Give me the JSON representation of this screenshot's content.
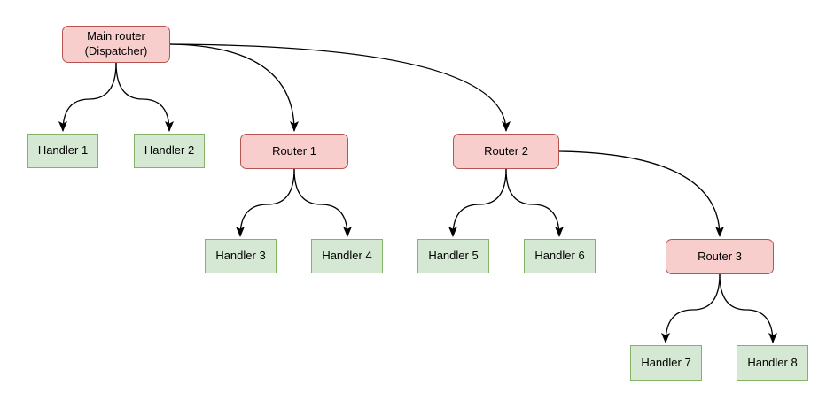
{
  "diagram": {
    "kind": "routing-tree",
    "nodes": {
      "main": {
        "line1": "Main router",
        "line2": "(Dispatcher)",
        "type": "router"
      },
      "router1": {
        "label": "Router 1",
        "type": "router"
      },
      "router2": {
        "label": "Router 2",
        "type": "router"
      },
      "router3": {
        "label": "Router 3",
        "type": "router"
      },
      "handler1": {
        "label": "Handler 1",
        "type": "handler"
      },
      "handler2": {
        "label": "Handler 2",
        "type": "handler"
      },
      "handler3": {
        "label": "Handler 3",
        "type": "handler"
      },
      "handler4": {
        "label": "Handler 4",
        "type": "handler"
      },
      "handler5": {
        "label": "Handler 5",
        "type": "handler"
      },
      "handler6": {
        "label": "Handler 6",
        "type": "handler"
      },
      "handler7": {
        "label": "Handler 7",
        "type": "handler"
      },
      "handler8": {
        "label": "Handler 8",
        "type": "handler"
      }
    },
    "edges": [
      {
        "from": "main",
        "to": "handler1"
      },
      {
        "from": "main",
        "to": "handler2"
      },
      {
        "from": "main",
        "to": "router1"
      },
      {
        "from": "main",
        "to": "router2"
      },
      {
        "from": "router1",
        "to": "handler3"
      },
      {
        "from": "router1",
        "to": "handler4"
      },
      {
        "from": "router2",
        "to": "handler5"
      },
      {
        "from": "router2",
        "to": "handler6"
      },
      {
        "from": "router2",
        "to": "router3"
      },
      {
        "from": "router3",
        "to": "handler7"
      },
      {
        "from": "router3",
        "to": "handler8"
      }
    ],
    "colors": {
      "router_fill": "#f8cecc",
      "router_border": "#b85450",
      "handler_fill": "#d5e8d4",
      "handler_border": "#82b366",
      "edge": "#000000",
      "text": "#000000",
      "background": "#ffffff"
    }
  }
}
